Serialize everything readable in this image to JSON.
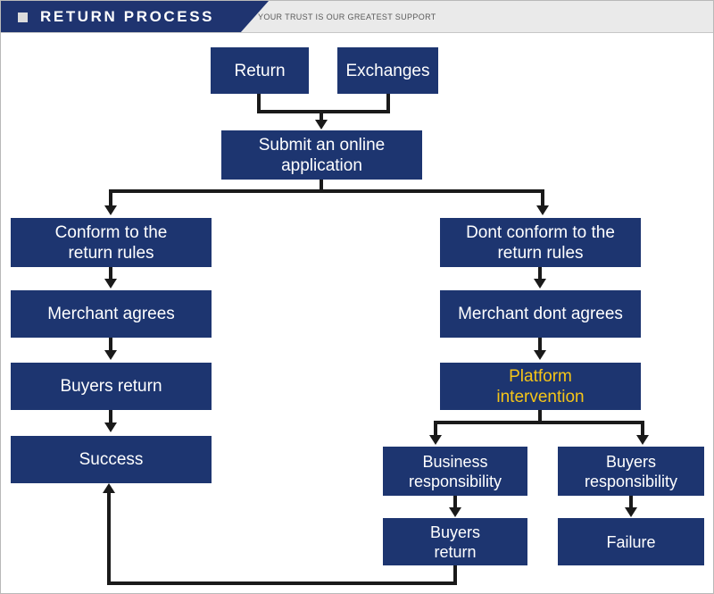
{
  "header": {
    "bullet_icon": "square-bullet-icon",
    "title": "RETURN PROCESS",
    "subtitle": "YOUR TRUST IS OUR GREATEST SUPPORT",
    "banner_color": "#1f3470",
    "strip_color": "#eaeaea"
  },
  "diagram": {
    "box_color": "#1d3570",
    "text_color": "#ffffff",
    "highlight_text_color": "#f5c518",
    "connector_color": "#1a1a1a",
    "nodes": {
      "return": "Return",
      "exchanges": "Exchanges",
      "submit_application": "Submit an online\napplication",
      "conform_rules": "Conform to the\nreturn rules",
      "merchant_agrees": "Merchant agrees",
      "buyers_return_left": "Buyers return",
      "success": "Success",
      "dont_conform_rules": "Dont conform to the\nreturn rules",
      "merchant_dont_agree": "Merchant dont agrees",
      "platform_intervention": "Platform\nintervention",
      "business_responsibility": "Business\nresponsibility",
      "buyers_responsibility": "Buyers\nresponsibility",
      "buyers_return_bottom": "Buyers\nreturn",
      "failure": "Failure"
    }
  }
}
